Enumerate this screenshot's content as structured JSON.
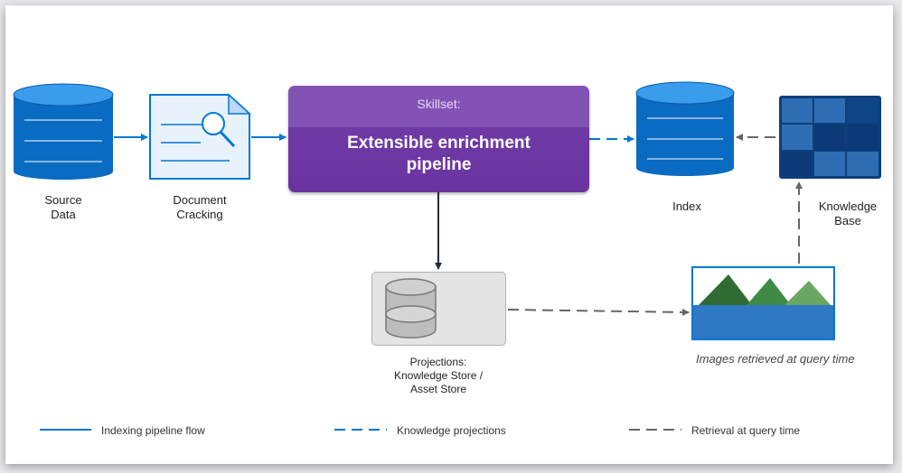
{
  "nodes": {
    "source_data": "Source\nData",
    "document_cracking": "Document\nCracking",
    "skillset_caption": "Skillset:",
    "skillset_title": "Extensible enrichment\npipeline",
    "index": "Index",
    "knowledge_base": "Knowledge\nBase",
    "projections": "Projections:\nKnowledge Store /\nAsset Store",
    "images_caption": "Images retrieved at query time"
  },
  "legend": {
    "indexing": "Indexing pipeline flow",
    "projections": "Knowledge projections",
    "retrieval": "Retrieval at query time"
  },
  "colors": {
    "blue": "#0078d4",
    "purple": "#7a46b0",
    "gray_dash": "#666666",
    "dark_arrow": "#1c2e48"
  }
}
